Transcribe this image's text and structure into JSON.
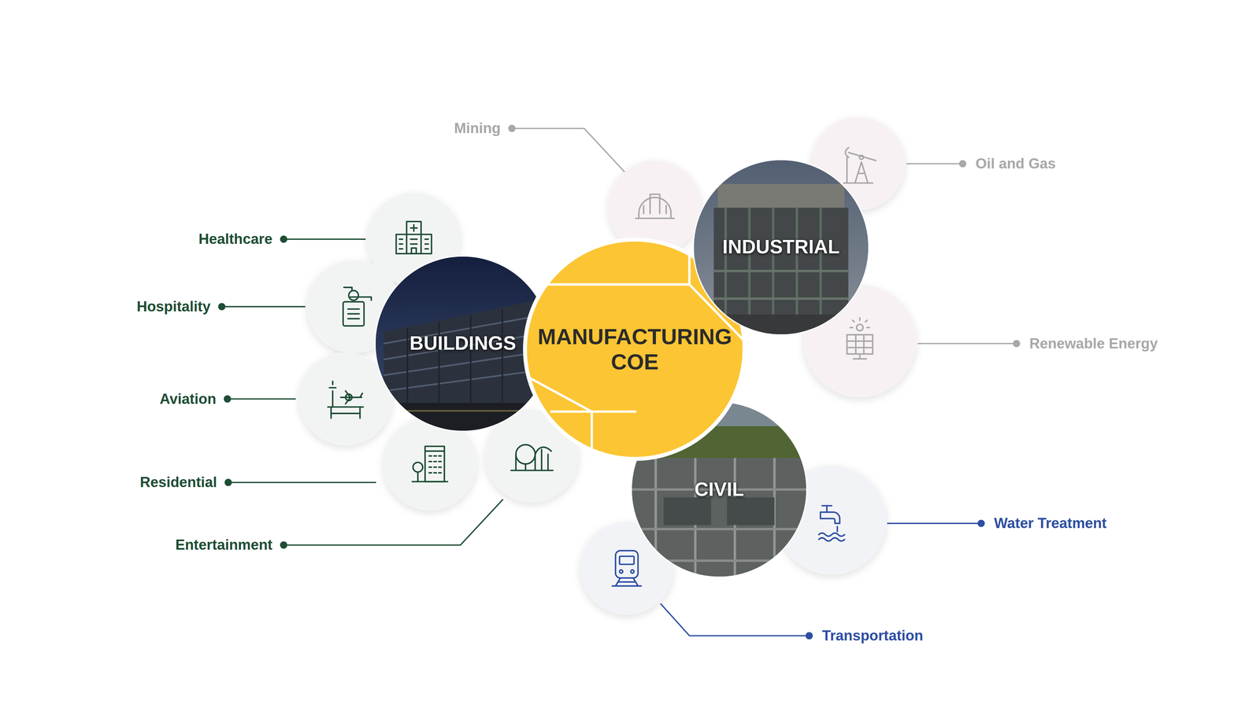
{
  "diagram": {
    "nodes": [
      {
        "text": [
          "INDUSTRIAL"
        ]
      },
      {
        "text": [
          "BUILDINGS"
        ]
      },
      {
        "text": [
          "MANUFACTURING COE"
        ]
      },
      {
        "text": [
          "CIVIL"
        ]
      }
    ],
    "labels": [
      "Mining",
      "Oil and Gas",
      "Healthcare",
      "Hospitality",
      "Renewable Energy",
      "Aviation",
      "Residential",
      "Water Treatment",
      "Entertainment",
      "Transportation"
    ]
  }
}
